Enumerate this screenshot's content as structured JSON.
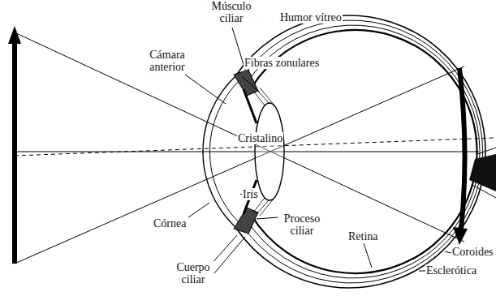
{
  "diagram": {
    "labels": [
      "Músculo ciliar",
      "Humor vítreo",
      "Cámara anterior",
      "Fibras zonulares",
      "Cristalino",
      "Iris",
      "Córnea",
      "Proceso ciliar",
      "Cuerpo ciliar",
      "Retina",
      "Coroides",
      "Esclerótica"
    ]
  }
}
